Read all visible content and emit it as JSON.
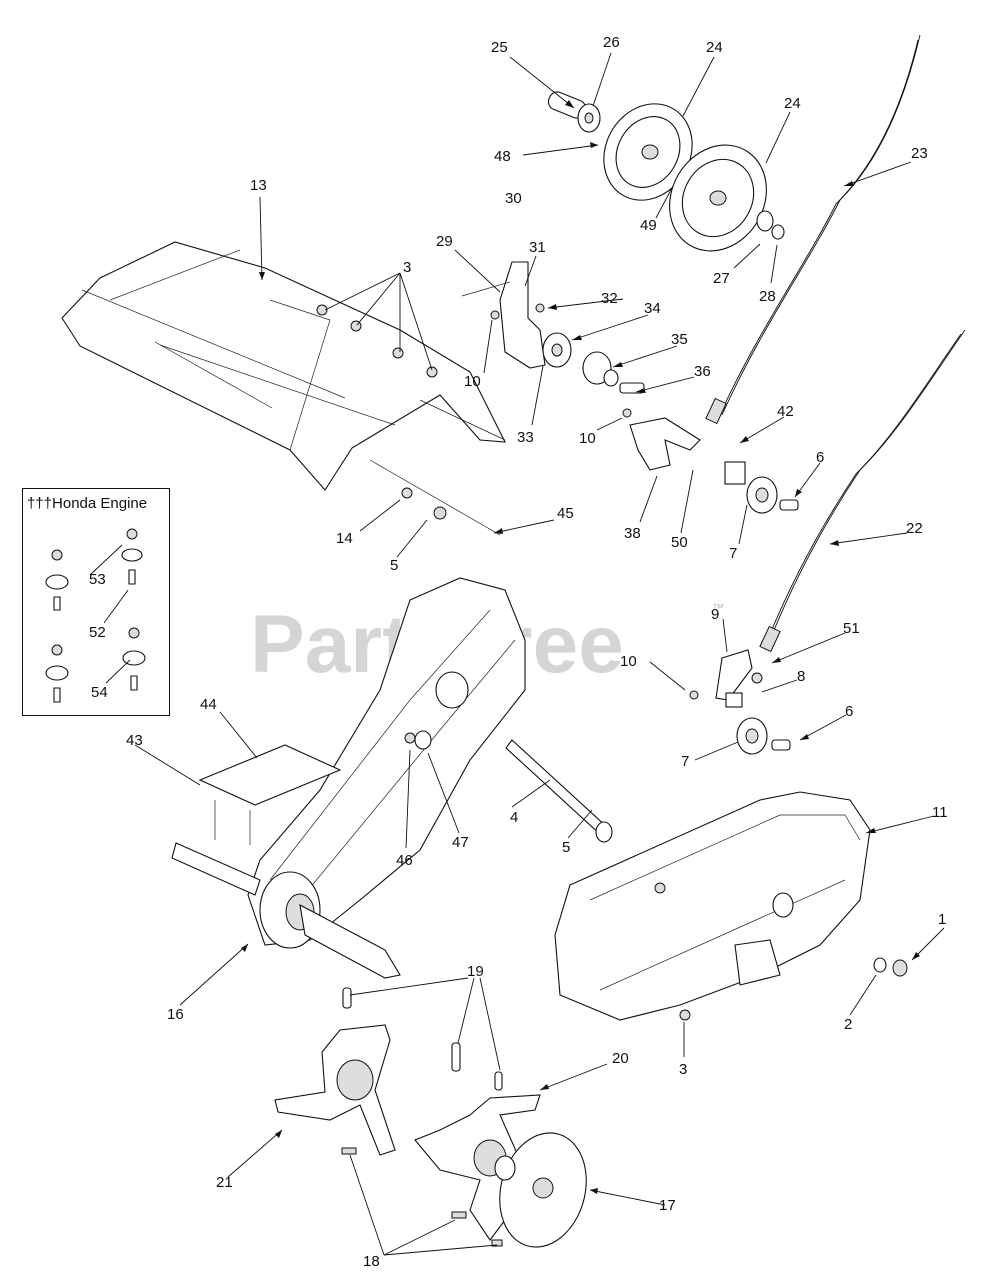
{
  "watermark": {
    "brand": "PartsTree",
    "trademark": "™"
  },
  "inset": {
    "title": "†††Honda Engine"
  },
  "callouts": [
    {
      "num": "25"
    },
    {
      "num": "26"
    },
    {
      "num": "24"
    },
    {
      "num": "24"
    },
    {
      "num": "48"
    },
    {
      "num": "23"
    },
    {
      "num": "13"
    },
    {
      "num": "30"
    },
    {
      "num": "49"
    },
    {
      "num": "27"
    },
    {
      "num": "28"
    },
    {
      "num": "29"
    },
    {
      "num": "31"
    },
    {
      "num": "3"
    },
    {
      "num": "32"
    },
    {
      "num": "34"
    },
    {
      "num": "35"
    },
    {
      "num": "10"
    },
    {
      "num": "36"
    },
    {
      "num": "33"
    },
    {
      "num": "42"
    },
    {
      "num": "10"
    },
    {
      "num": "6"
    },
    {
      "num": "38"
    },
    {
      "num": "50"
    },
    {
      "num": "7"
    },
    {
      "num": "22"
    },
    {
      "num": "45"
    },
    {
      "num": "14"
    },
    {
      "num": "5"
    },
    {
      "num": "53"
    },
    {
      "num": "52"
    },
    {
      "num": "54"
    },
    {
      "num": "9"
    },
    {
      "num": "51"
    },
    {
      "num": "10"
    },
    {
      "num": "8"
    },
    {
      "num": "6"
    },
    {
      "num": "7"
    },
    {
      "num": "44"
    },
    {
      "num": "43"
    },
    {
      "num": "4"
    },
    {
      "num": "47"
    },
    {
      "num": "46"
    },
    {
      "num": "5"
    },
    {
      "num": "11"
    },
    {
      "num": "1"
    },
    {
      "num": "2"
    },
    {
      "num": "16"
    },
    {
      "num": "19"
    },
    {
      "num": "3"
    },
    {
      "num": "20"
    },
    {
      "num": "21"
    },
    {
      "num": "17"
    },
    {
      "num": "18"
    }
  ]
}
